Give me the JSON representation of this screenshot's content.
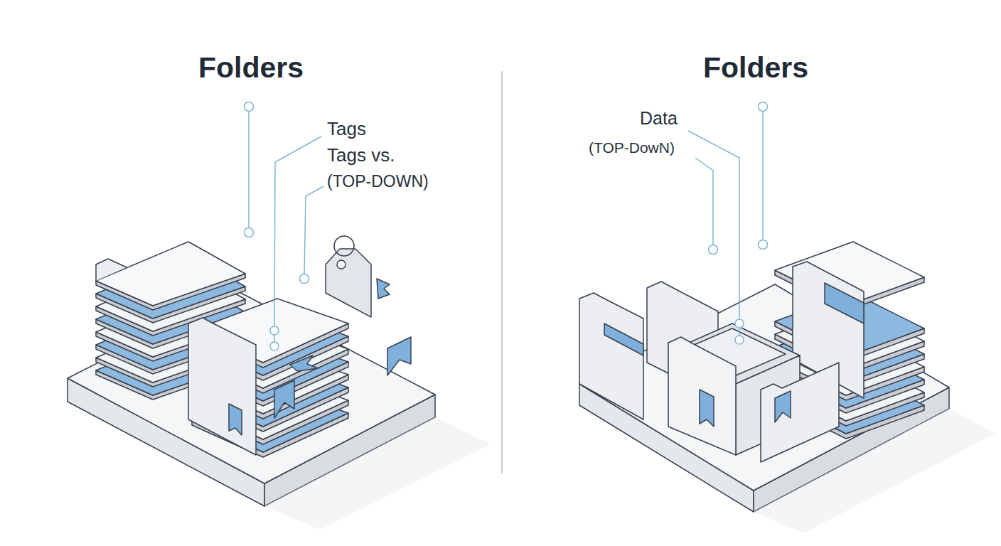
{
  "diagram": {
    "title": "Folders",
    "labels": [
      "Folders",
      "Tags",
      "Tags vs.",
      "(TOP-DOWN)",
      "Data",
      "(TOP-DowN)"
    ]
  }
}
